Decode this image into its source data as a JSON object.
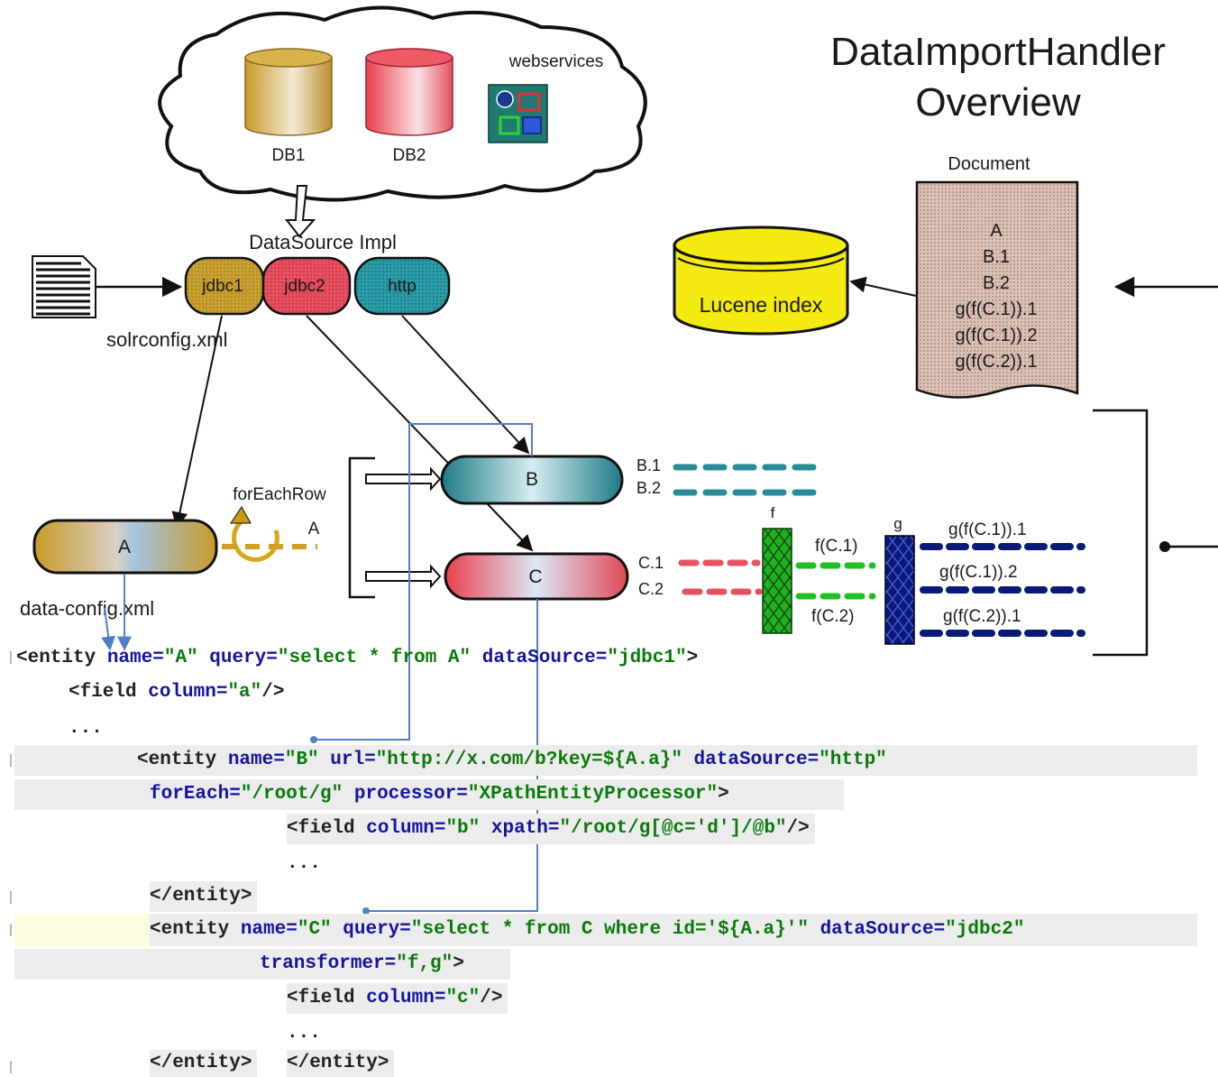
{
  "title": {
    "line1": "DataImportHandler",
    "line2": "Overview"
  },
  "cloud": {
    "db1": "DB1",
    "db2": "DB2",
    "webservices": "webservices"
  },
  "datasource": {
    "label": "DataSource Impl",
    "jdbc1": "jdbc1",
    "jdbc2": "jdbc2",
    "http": "http"
  },
  "files": {
    "solrconfig": "solrconfig.xml",
    "dataconfig": "data-config.xml"
  },
  "entities": {
    "a": "A",
    "b": "B",
    "c": "C",
    "a_row": "A",
    "for_each_row": "forEachRow"
  },
  "rows": {
    "b1": "B.1",
    "b2": "B.2",
    "c1": "C.1",
    "c2": "C.2"
  },
  "transformers": {
    "f": "f",
    "g": "g",
    "fc1": "f(C.1)",
    "fc2": "f(C.2)",
    "gfc11": "g(f(C.1)).1",
    "gfc12": "g(f(C.1)).2",
    "gfc21": "g(f(C.2)).1"
  },
  "lucene": "Lucene index",
  "document": {
    "label": "Document",
    "fields": [
      "A",
      "B.1",
      "B.2",
      "g(f(C.1)).1",
      "g(f(C.1)).2",
      "g(f(C.2)).1"
    ]
  },
  "code": {
    "l1": {
      "a": "<entity ",
      "b": "name=",
      "c": "\"A\" ",
      "d": "query=",
      "e": "\"select * from A\" ",
      "f": "dataSource=",
      "g": "\"jdbc1\"",
      "h": ">"
    },
    "l2": {
      "a": "<field ",
      "b": "column=",
      "c": "\"a\"",
      "d": "/>"
    },
    "l3": "...",
    "l4": {
      "a": "<entity ",
      "b": "name=",
      "c": "\"B\" ",
      "d": "url=",
      "e": "\"http://x.com/b?key=${A.a}\" ",
      "f": "dataSource=",
      "g": "\"http\""
    },
    "l5": {
      "a": "forEach=",
      "b": "\"/root/g\" ",
      "c": "processor=",
      "d": "\"XPathEntityProcessor\"",
      "e": ">"
    },
    "l6": {
      "a": "<field ",
      "b": "column=",
      "c": "\"b\" ",
      "d": "xpath=",
      "e": "\"/root/g[@c='d']/@b\"",
      "f": "/>"
    },
    "l7": "...",
    "l8": "</entity>",
    "l9": {
      "a": "<entity ",
      "b": "name=",
      "c": "\"C\" ",
      "d": "query=",
      "e": "\"select * from C where id='${A.a}'\" ",
      "f": "dataSource=",
      "g": "\"jdbc2\""
    },
    "l10": {
      "a": "transformer=",
      "b": "\"f,g\"",
      "c": ">"
    },
    "l11": {
      "a": "<field ",
      "b": "column=",
      "c": "\"c\"",
      "d": "/>"
    },
    "l12": "...",
    "l13a": "</entity>",
    "l13b": "</entity>"
  },
  "colors": {
    "gold": "#c8a030",
    "red": "#e85060",
    "teal": "#2a8c96",
    "lucene": "#f2ea10",
    "document": "#dcc0b4",
    "green": "#20b020",
    "navy": "#0a1a78",
    "link": "#5080c8"
  }
}
